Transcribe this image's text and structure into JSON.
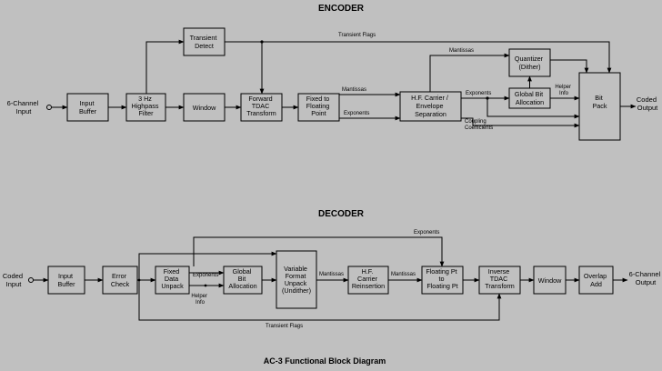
{
  "encoder": {
    "title": "ENCODER",
    "input_label": [
      "6-Channel",
      "Input"
    ],
    "output_label": [
      "Coded",
      "Output"
    ],
    "blocks": {
      "input_buffer": [
        "Input",
        "Buffer"
      ],
      "highpass_filter": [
        "3 Hz",
        "Highpass",
        "Filter"
      ],
      "transient_detect": [
        "Transient",
        "Detect"
      ],
      "window": [
        "Window"
      ],
      "forward_tdac": [
        "Forward",
        "TDAC",
        "Transform"
      ],
      "fixed_to_floating": [
        "Fixed to",
        "Floating",
        "Point"
      ],
      "hf_carrier": [
        "H.F. Carrier /",
        "Envelope",
        "Separation"
      ],
      "quantizer": [
        "Quantizer",
        "(Dither)"
      ],
      "global_bit_allocation": [
        "Global Bit",
        "Allocation"
      ],
      "bit_pack": [
        "Bit",
        "Pack"
      ]
    },
    "labels": {
      "transient_flags": "Transient Flags",
      "mantissas_top": "Mantissas",
      "mantissas": "Mantissas",
      "exponents": "Exponents",
      "exponents_2": "Exponents",
      "helper_info": [
        "Helper",
        "Info"
      ],
      "coupling_coefficients": [
        "Coupling",
        "Coefficients"
      ]
    }
  },
  "decoder": {
    "title": "DECODER",
    "input_label": [
      "Coded",
      "Input"
    ],
    "output_label": [
      "6-Channel",
      "Output"
    ],
    "blocks": {
      "input_buffer": [
        "Input",
        "Buffer"
      ],
      "error_check": [
        "Error",
        "Check"
      ],
      "fixed_data_unpack": [
        "Fixed",
        "Data",
        "Unpack"
      ],
      "global_bit_allocation": [
        "Global",
        "Bit",
        "Allocation"
      ],
      "variable_format_unpack": [
        "Variable",
        "Format",
        "Unpack",
        "(Undither)"
      ],
      "hf_carrier_reinsertion": [
        "H.F.",
        "Carrier",
        "Reinsertion"
      ],
      "floating_to_fixed": [
        "Floating Pt",
        "to",
        "Floating Pt"
      ],
      "inverse_tdac": [
        "Inverse",
        "TDAC",
        "Transform"
      ],
      "window": [
        "Window"
      ],
      "overlap_add": [
        "Overlap",
        "Add"
      ]
    },
    "labels": {
      "exponents_top": "Exponents",
      "exponents": "Exponents",
      "helper_info": [
        "Helper",
        "Info"
      ],
      "mantissas_1": "Mantissas",
      "mantissas_2": "Mantissas",
      "transient_flags": "Transient Flags"
    }
  },
  "caption": "AC-3 Functional Block Diagram"
}
